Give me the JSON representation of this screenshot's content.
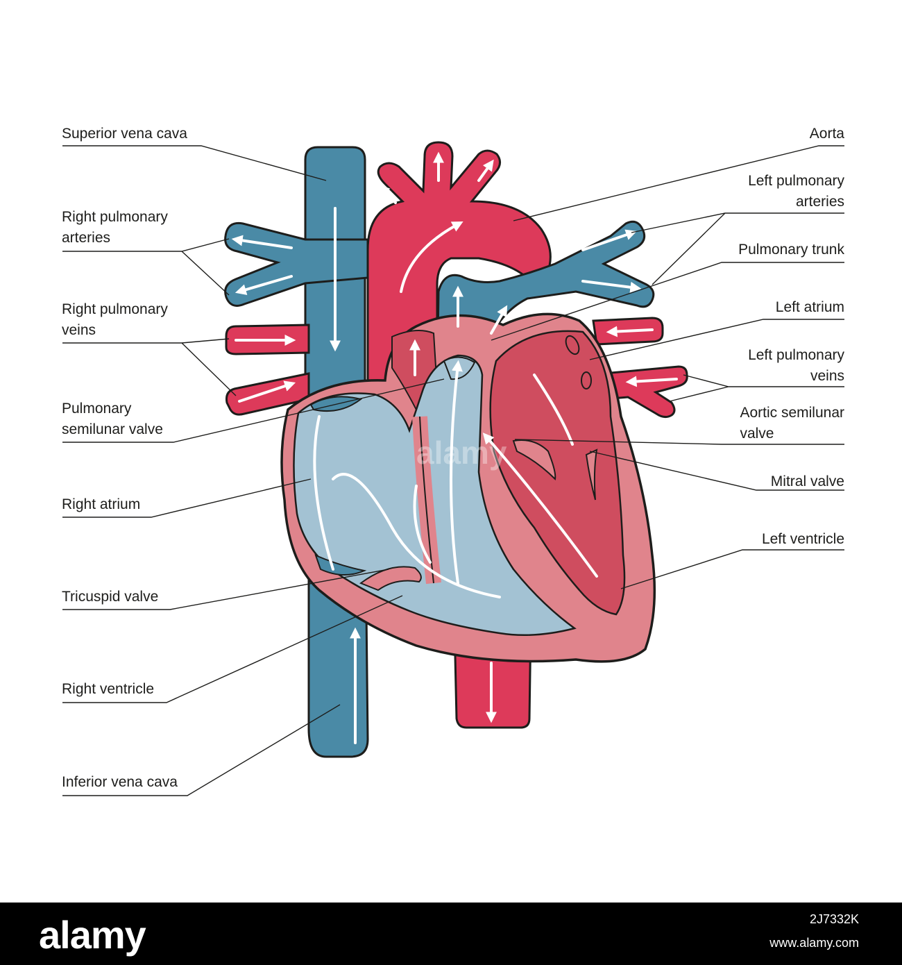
{
  "labels": {
    "superior_vena_cava": "Superior vena cava",
    "right_pulmonary_arteries": [
      "Right pulmonary",
      "arteries"
    ],
    "right_pulmonary_veins": [
      "Right pulmonary",
      "veins"
    ],
    "pulmonary_semilunar_valve": [
      "Pulmonary",
      "semilunar valve"
    ],
    "right_atrium": "Right atrium",
    "tricuspid_valve": "Tricuspid valve",
    "right_ventricle": "Right ventricle",
    "inferior_vena_cava": "Inferior vena cava",
    "aorta": "Aorta",
    "left_pulmonary_arteries": [
      "Left pulmonary",
      "arteries"
    ],
    "pulmonary_trunk": "Pulmonary trunk",
    "left_atrium": "Left atrium",
    "left_pulmonary_veins": [
      "Left pulmonary",
      "veins"
    ],
    "aortic_semilunar_valve": [
      "Aortic semilunar",
      "valve"
    ],
    "mitral_valve": "Mitral valve",
    "left_ventricle": "Left ventricle"
  },
  "watermark": {
    "logo": "alamy",
    "image_id": "2J7332K",
    "url": "www.alamy.com",
    "center_mark": "alamy"
  },
  "colors": {
    "deoxygenated_blood": "#4a8aa6",
    "oxygenated_blood": "#dd3a5a",
    "right_chamber_fill": "#a3c2d3",
    "heart_wall": "#e0848c",
    "left_chamber_fill": "#cf4d5f",
    "outline": "#1d1d1b",
    "flow_arrow": "#ffffff"
  }
}
